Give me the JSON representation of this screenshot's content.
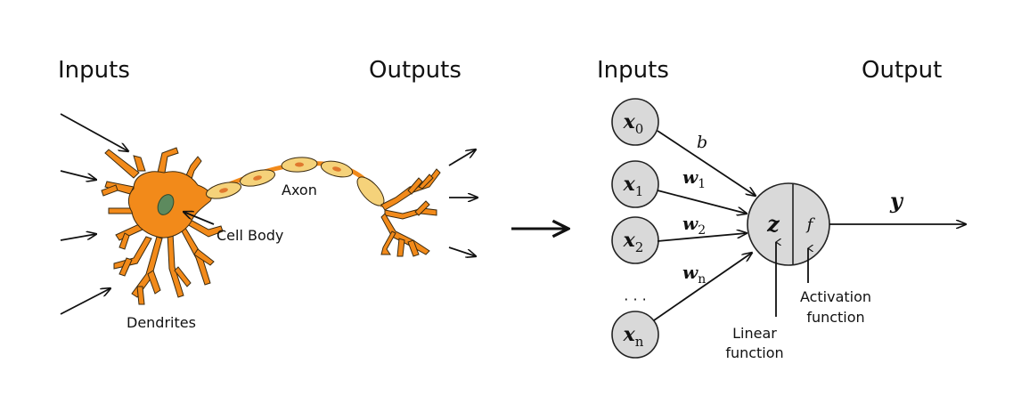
{
  "biological": {
    "inputs_label": "Inputs",
    "outputs_label": "Outputs",
    "axon_label": "Axon",
    "cell_body_label": "Cell Body",
    "dendrites_label": "Dendrites"
  },
  "artificial": {
    "inputs_label": "Inputs",
    "output_label": "Output",
    "nodes": [
      {
        "var": "x",
        "sub": "0"
      },
      {
        "var": "x",
        "sub": "1"
      },
      {
        "var": "x",
        "sub": "2"
      },
      {
        "var": "x",
        "sub": "n"
      }
    ],
    "ellipsis": "· · ·",
    "weights": [
      {
        "var": "b",
        "sub": ""
      },
      {
        "var": "w",
        "sub": "1"
      },
      {
        "var": "w",
        "sub": "2"
      },
      {
        "var": "w",
        "sub": "n"
      }
    ],
    "neuron_z": "z",
    "neuron_f": "f",
    "output_var": "y",
    "linear_label_line1": "Linear",
    "linear_label_line2": "function",
    "activation_label_line1": "Activation",
    "activation_label_line2": "function"
  },
  "colors": {
    "neuron_orange": "#f28a1a",
    "neuron_outline": "#3a2a10",
    "nucleus_green": "#5d8a5e",
    "myelin_yellow": "#f5d27a",
    "node_gray": "#d9d9d9"
  }
}
